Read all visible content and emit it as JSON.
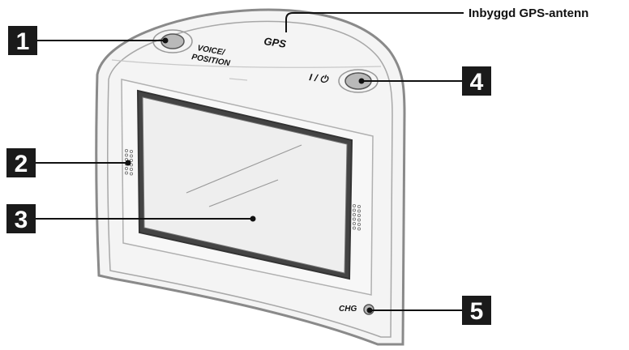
{
  "antenna_label": "Inbyggd GPS-antenn",
  "device": {
    "voice_button_label_line1": "VOICE/",
    "voice_button_label_line2": "POSITION",
    "gps_marking": "GPS",
    "power_symbol": "I / ⏻",
    "charge_label": "CHG"
  },
  "callouts": [
    "1",
    "2",
    "3",
    "4",
    "5"
  ],
  "colors": {
    "callout_box": "#1a1a1a",
    "device_outline": "#8a8a8a",
    "device_fill": "#f4f4f4",
    "screen_fill": "#eeeeee",
    "screen_frame": "#444444",
    "button_fill": "#b9b9b9"
  }
}
